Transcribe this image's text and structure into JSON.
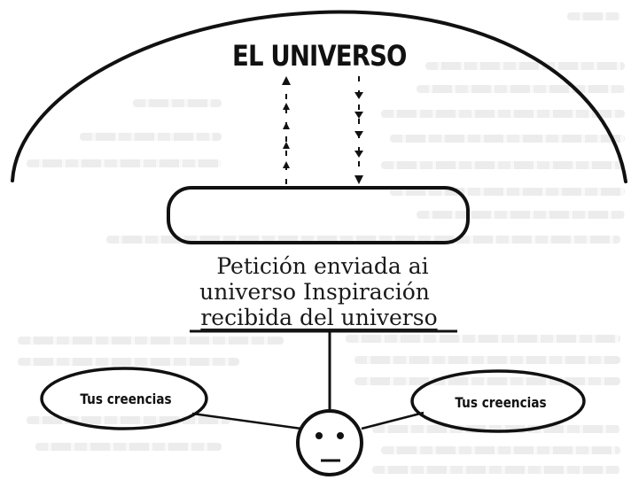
{
  "diagram": {
    "title": "EL UNIVERSO",
    "caption_lines": [
      "Petición enviada ai",
      "universo Inspiración",
      "recibida del universo"
    ],
    "beliefs": {
      "left": "Tus creencias",
      "right": "Tus creencias"
    }
  },
  "colors": {
    "ink": "#111111",
    "background": "#ffffff"
  },
  "icons": {
    "person": "smiley-face-icon"
  }
}
